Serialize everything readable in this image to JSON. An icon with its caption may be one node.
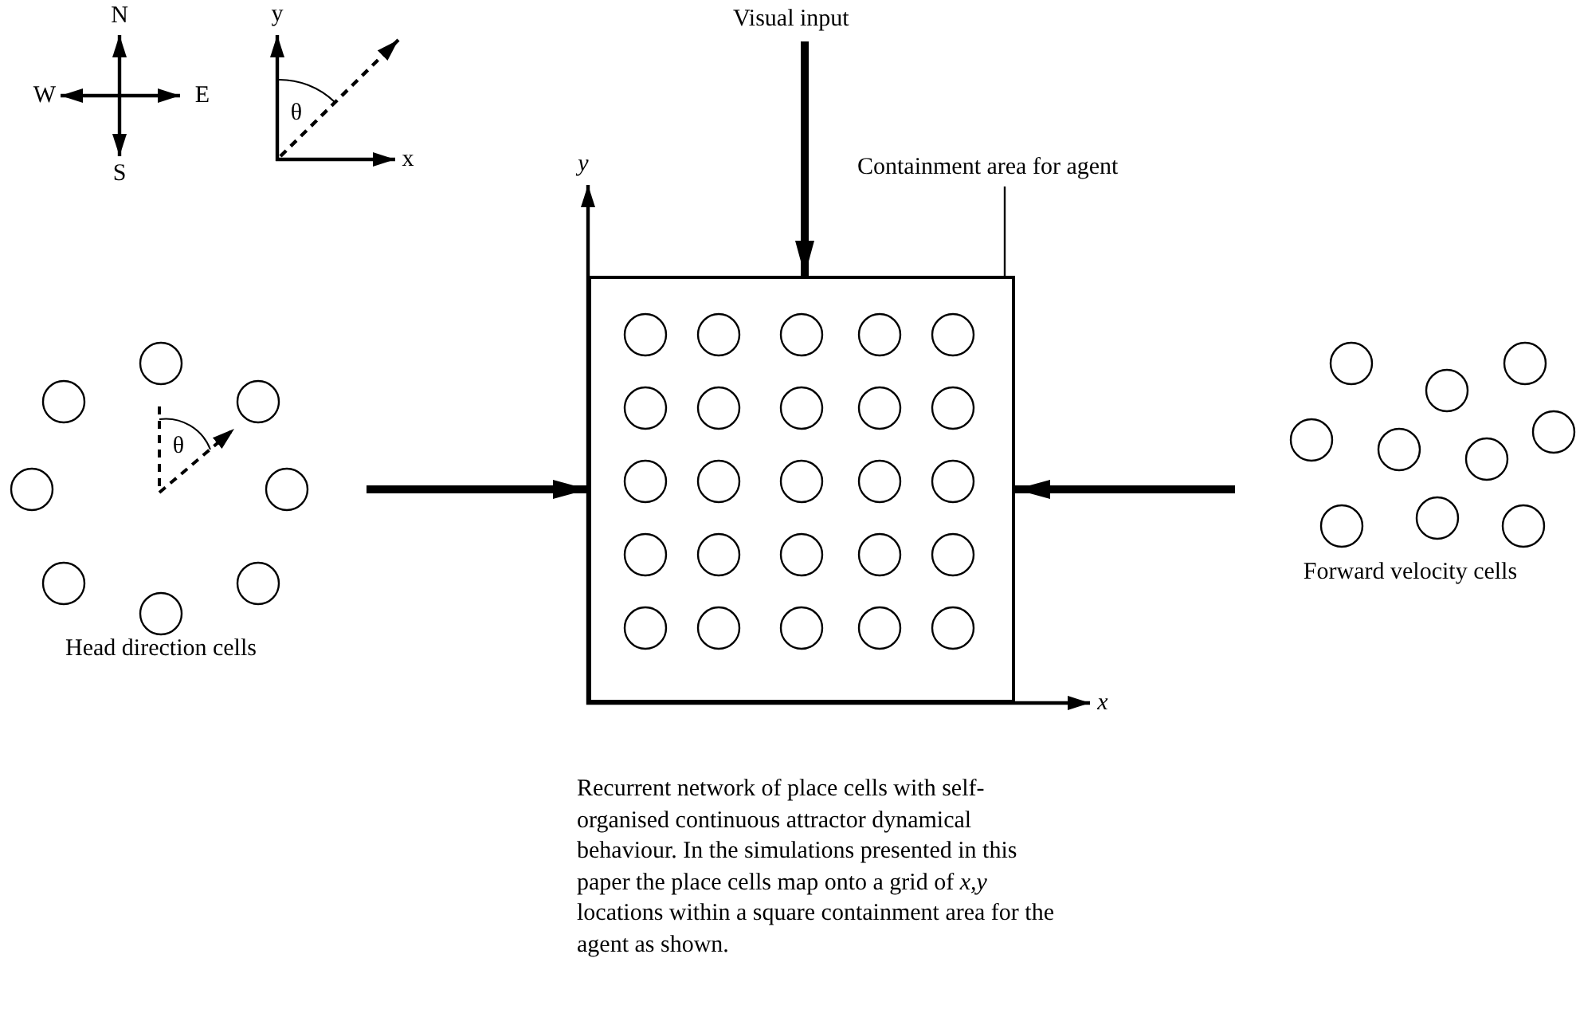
{
  "diagram": {
    "nodes": [
      {
        "text": [
          "Visual input"
        ]
      },
      {
        "text": [
          "Containment area for agent"
        ]
      },
      {
        "text": [],
        "shape": "box",
        "beside": [
          "Recurrent network of place cells with self-organised continuous attractor dynamical behaviour. In the simulations presented in this paper the place cells map onto a grid of  *x,y* locations within a square containment area for the agent as shown."
        ]
      },
      {
        "text": [
          "Head direction cells"
        ]
      },
      {
        "text": [
          "Forward velocity cells"
        ]
      }
    ],
    "edges": [
      {
        "from": 0,
        "to": 2,
        "arrow": "to"
      },
      {
        "from": 1,
        "to": 2,
        "arrow": "none"
      },
      {
        "from": 3,
        "to": 2,
        "arrow": "to"
      },
      {
        "from": 4,
        "to": 2,
        "arrow": "to"
      }
    ],
    "labels": [
      "N",
      "y",
      "W",
      "E",
      "θ",
      "x",
      "S",
      "y",
      "θ",
      "x"
    ]
  }
}
